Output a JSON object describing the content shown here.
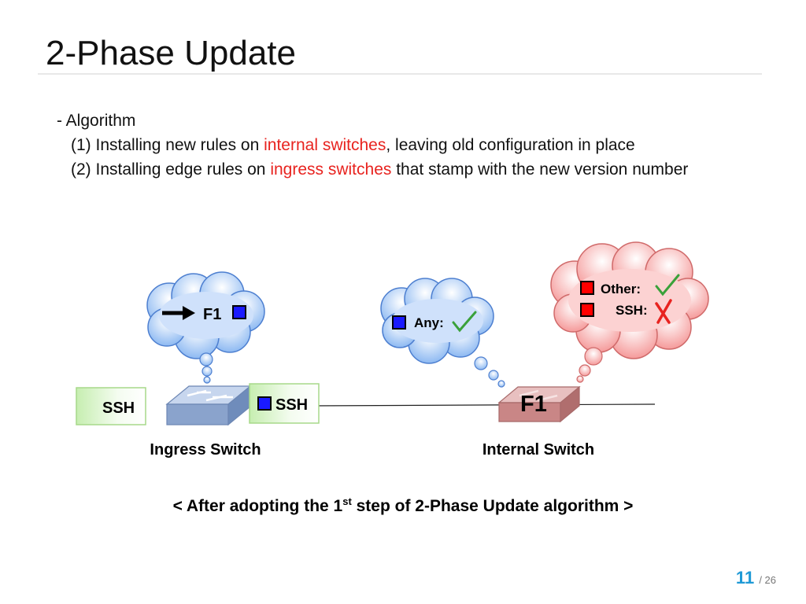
{
  "slide": {
    "title": "2-Phase Update",
    "lines": {
      "l1": "- Algorithm",
      "l2_a": "(1) Installing new rules on ",
      "l2_red": "internal switches",
      "l2_b": ", leaving old configuration in place",
      "l3_a": "(2) Installing edge rules on ",
      "l3_red": "ingress switches",
      "l3_b": " that stamp with the new version number"
    },
    "accent_color": "#e8231f"
  },
  "diagram": {
    "ingress_cloud_label": "F1",
    "any_cloud_label": "Any:",
    "internal_cloud": {
      "other_label": "Other:",
      "ssh_label": "SSH:"
    },
    "packet_left": "SSH",
    "packet_right": "SSH",
    "internal_switch_text": "F1",
    "ingress_switch_label": "Ingress Switch",
    "internal_switch_label": "Internal Switch",
    "colors": {
      "blue_tag": "#1a1aff",
      "red_tag": "#ff0000",
      "check": "#3aa13a",
      "cross": "#e8231f"
    }
  },
  "caption": {
    "pre": "< After adopting the 1",
    "sup": "st",
    "post": " step of 2-Phase Update algorithm >"
  },
  "footer": {
    "page": "11",
    "total": "/ 26"
  }
}
